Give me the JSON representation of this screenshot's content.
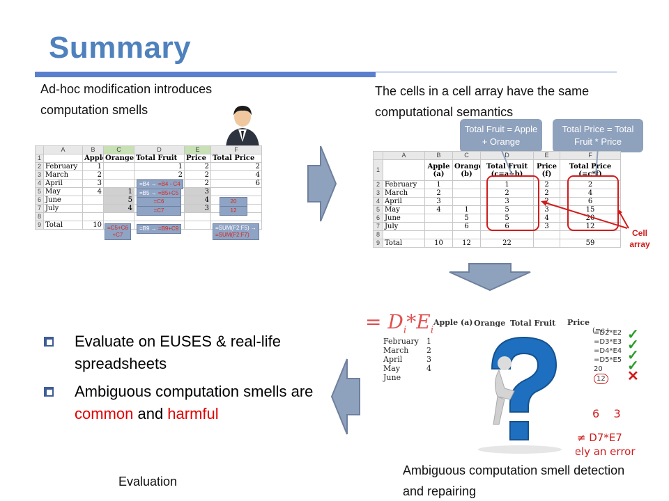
{
  "title": "Summary",
  "captions": {
    "top_left": "Ad-hoc modification introduces computation smells",
    "top_right": "The cells in a cell array have the same computational semantics",
    "bottom_right": "Ambiguous computation smell detection and repairing",
    "bottom_left": "Evaluation"
  },
  "bullets": [
    {
      "text": "Evaluate on EUSES & real-life spreadsheets"
    },
    {
      "before": "Ambiguous computation smells are ",
      "common": "common",
      "mid": " and ",
      "harmful": "harmful"
    }
  ],
  "sheet1": {
    "cols": [
      "",
      "A",
      "B",
      "C",
      "D",
      "E",
      "F"
    ],
    "headers": [
      "",
      "Apple",
      "Orange",
      "Total Fruit",
      "Price",
      "Total Price"
    ],
    "rows": [
      {
        "n": "3",
        "label": "March",
        "apple": "2",
        "orange": "",
        "tf": "2",
        "price": "2",
        "tp": "4"
      },
      {
        "n": "4",
        "label": "April",
        "apple": "3",
        "orange": "",
        "tf": "",
        "price": "2",
        "tp": "6"
      },
      {
        "n": "5",
        "label": "May",
        "apple": "4",
        "orange": "1",
        "tf": "",
        "price": "3",
        "tp": ""
      },
      {
        "n": "6",
        "label": "June",
        "apple": "",
        "orange": "5",
        "tf": "",
        "price": "4",
        "tp": ""
      },
      {
        "n": "7",
        "label": "July",
        "apple": "",
        "orange": "4",
        "tf": "",
        "price": "3",
        "tp": ""
      }
    ],
    "feb": {
      "n": "2",
      "label": "February",
      "apple": "1",
      "tf": "1",
      "price": "2",
      "tp": "2"
    },
    "total": {
      "n": "9",
      "label": "Total",
      "apple": "10"
    },
    "tags": {
      "b4": "=B4 → ",
      "b4r": "=B4 - C4",
      "b5": "=B5 → ",
      "b5r": "=B5+C5",
      "c6": "=C6",
      "c7": "=C7",
      "v20": "20",
      "v12": "12",
      "c5a": "=C5+C6",
      "c5b": "+C7",
      "b9": "=B9 → ",
      "b9r": "=B9+C9",
      "sumA": "=SUM(F2:F5) →",
      "sumB": "=SUM(F2:F7)"
    }
  },
  "sheet2": {
    "cols": [
      "",
      "A",
      "B",
      "C",
      "D",
      "E",
      "F"
    ],
    "headers": [
      "",
      "Apple (a)",
      "Orange (b)",
      "Total Fruit (c=a+b)",
      "Price (f)",
      "Total Price (=c*f)"
    ],
    "rows": [
      {
        "n": "2",
        "label": "February",
        "a": "1",
        "b": "",
        "c": "1",
        "f": "2",
        "p": "2"
      },
      {
        "n": "3",
        "label": "March",
        "a": "2",
        "b": "",
        "c": "2",
        "f": "2",
        "p": "4"
      },
      {
        "n": "4",
        "label": "April",
        "a": "3",
        "b": "",
        "c": "3",
        "f": "2",
        "p": "6"
      },
      {
        "n": "5",
        "label": "May",
        "a": "4",
        "b": "1",
        "c": "5",
        "f": "3",
        "p": "15"
      },
      {
        "n": "6",
        "label": "June",
        "a": "",
        "b": "5",
        "c": "5",
        "f": "4",
        "p": "20"
      },
      {
        "n": "7",
        "label": "July",
        "a": "",
        "b": "6",
        "c": "6",
        "f": "3",
        "p": "12"
      }
    ],
    "total": {
      "n": "9",
      "label": "Total",
      "a": "10",
      "b": "12",
      "c": "22",
      "p": "59"
    },
    "callout1": "Total Fruit = Apple + Orange",
    "callout2": "Total Price = Total Fruit * Price",
    "cell_array_label": "Cell array"
  },
  "sheet3": {
    "formula_overlay": "= D",
    "formula_sub_i": "i",
    "formula_star": "*E",
    "headers": [
      "Apple (a)",
      "Orange",
      "Total Fruit",
      "Price f)",
      "(=c+"
    ],
    "labels": [
      "February",
      "March",
      "April",
      "May",
      "June"
    ],
    "a_vals": [
      "1",
      "2",
      "3",
      "4",
      ""
    ],
    "right_vals": [
      "=D2*E2",
      "=D3*E3",
      "=D4*E4",
      "=D5*E5",
      "20",
      "12"
    ],
    "note_nums": "6    3",
    "note_ineq": "12 ≠ D7*E7",
    "note_err": "Likely an error"
  }
}
